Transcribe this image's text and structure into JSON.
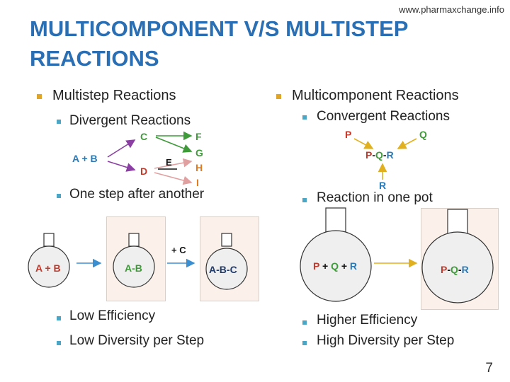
{
  "source": "www.pharmaxchange.info",
  "title": "MULTICOMPONENT  V/S MULTISTEP REACTIONS",
  "left": {
    "heading": "Multistep Reactions",
    "sub1": "Divergent Reactions",
    "sub2": "One step after another",
    "sub3": "Low Efficiency",
    "sub4": "Low Diversity per Step"
  },
  "right": {
    "heading": "Multicomponent Reactions",
    "sub1": "Convergent Reactions",
    "sub2": "Reaction in one pot",
    "sub3": "Higher Efficiency",
    "sub4": "High Diversity per Step"
  },
  "divergent": {
    "ab": "A + B",
    "c": "C",
    "d": "D",
    "e": "E",
    "f": "F",
    "g": "G",
    "h": "H",
    "i": "I"
  },
  "convergent": {
    "p": "P",
    "q": "Q",
    "r": "R",
    "dash": "-"
  },
  "flasks": {
    "ab": "A + B",
    "a_b": "A",
    "b": "B",
    "abc_a": "A",
    "abc_b": "B",
    "abc_c": "C",
    "dash": "-",
    "plus_c": "+ C",
    "plus": "+"
  },
  "colors": {
    "title": "#2a6fb3",
    "green": "#3f9a3a",
    "red": "#c0392b",
    "blue": "#2a7ab8",
    "orange": "#e07b20",
    "navy": "#1f3a6a",
    "purple": "#8b3fa3",
    "arrow_blue": "#3b8fd0",
    "arrow_yellow": "#e0b020"
  },
  "page_number": "7"
}
